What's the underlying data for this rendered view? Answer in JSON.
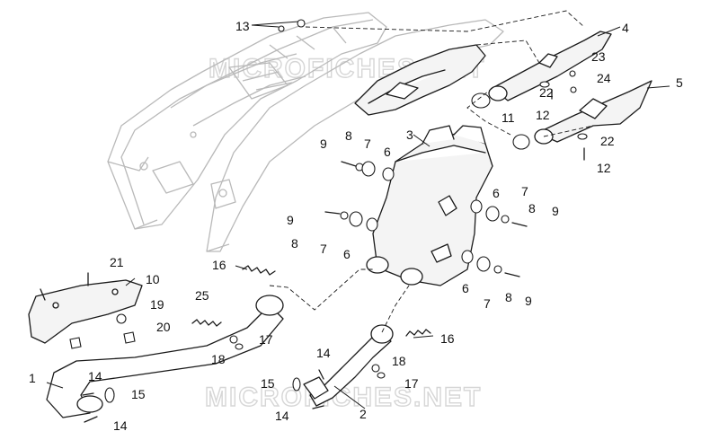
{
  "watermark": {
    "text_top": "MICROFICHES.NET",
    "text_bottom": "MICROFICHES.NET"
  },
  "labels": {
    "p1": "1",
    "p2": "2",
    "p3": "3",
    "p4": "4",
    "p5": "5",
    "p6a": "6",
    "p6b": "6",
    "p6c": "6",
    "p6d": "6",
    "p7a": "7",
    "p7b": "7",
    "p7c": "7",
    "p7d": "7",
    "p8a": "8",
    "p8b": "8",
    "p8c": "8",
    "p8d": "8",
    "p9a": "9",
    "p9b": "9",
    "p9c": "9",
    "p9d": "9",
    "p10": "10",
    "p11": "11",
    "p12a": "12",
    "p12b": "12",
    "p13": "13",
    "p14a": "14",
    "p14b": "14",
    "p14c": "14",
    "p14d": "14",
    "p15a": "15",
    "p15b": "15",
    "p16a": "16",
    "p16b": "16",
    "p17a": "17",
    "p17b": "17",
    "p18a": "18",
    "p18b": "18",
    "p19": "19",
    "p20": "20",
    "p21": "21",
    "p22a": "22",
    "p22b": "22",
    "p23": "23",
    "p24": "24",
    "p25": "25"
  }
}
